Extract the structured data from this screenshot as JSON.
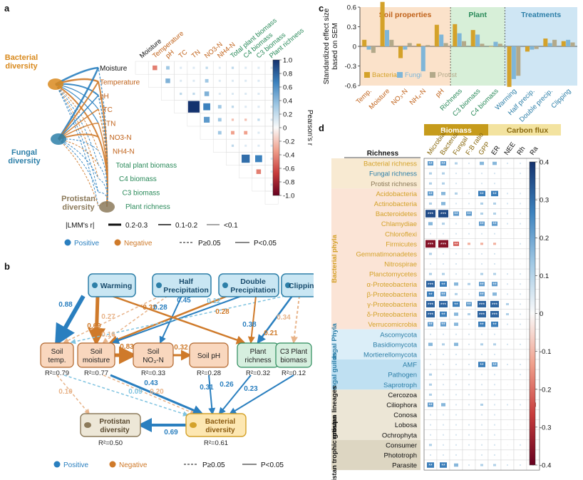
{
  "panel_labels": {
    "a": "a",
    "b": "b",
    "c": "c",
    "d": "d"
  },
  "panel_a": {
    "left_nodes": [
      {
        "key": "bact",
        "label": "Bacterial\ndiversity",
        "color": "#d98a1e"
      },
      {
        "key": "fung",
        "label": "Fungal\ndiversity",
        "color": "#2d7fa8"
      },
      {
        "key": "prot",
        "label": "Protistan\ndiversity",
        "color": "#8c7a5a"
      }
    ],
    "variables": [
      {
        "name": "Moisture",
        "color": "#111111"
      },
      {
        "name": "Temperature",
        "color": "#c0621a"
      },
      {
        "name": "pH",
        "color": "#c0621a"
      },
      {
        "name": "TC",
        "color": "#c0621a"
      },
      {
        "name": "TN",
        "color": "#c0621a"
      },
      {
        "name": "NO3-N",
        "color": "#c0621a"
      },
      {
        "name": "NH4-N",
        "color": "#c0621a"
      },
      {
        "name": "Total plant biomass",
        "color": "#2a8a5a"
      },
      {
        "name": "C4 biomass",
        "color": "#2a8a5a"
      },
      {
        "name": "C3 biomass",
        "color": "#2a8a5a"
      },
      {
        "name": "Plant richness",
        "color": "#2a8a5a"
      }
    ],
    "colorbar": {
      "title": "Pearson's r",
      "ticks": [
        "1.0",
        "0.8",
        "0.6",
        "0.4",
        "0.2",
        "0",
        "-0.2",
        "-0.4",
        "-0.6",
        "-0.8",
        "-1.0"
      ]
    },
    "legend": {
      "lmm_label": "|LMM's r|",
      "widths": [
        "0.2-0.3",
        "0.1-0.2",
        "<0.1"
      ],
      "positive": "Positive",
      "negative": "Negative",
      "p_ns": "P≥0.05",
      "p_sig": "P<0.05",
      "positive_color": "#2a7fbf",
      "negative_color": "#cf7a2a"
    },
    "correlations": [
      [
        0,
        -0.4,
        0.3,
        0.1,
        0.1,
        0.2,
        0.1,
        0.2,
        0.1,
        0.1,
        0.1
      ],
      [
        0,
        0,
        0.4,
        0.1,
        0.1,
        0.3,
        0.1,
        0.1,
        0.1,
        0.1,
        0.1
      ],
      [
        0,
        0,
        0,
        0.2,
        0.2,
        0.4,
        0.1,
        0.1,
        0.1,
        0.1,
        0.1
      ],
      [
        0,
        0,
        0,
        0,
        1.0,
        0.6,
        0.3,
        0.2,
        0.1,
        0.1,
        0.1
      ],
      [
        0,
        0,
        0,
        0,
        0,
        0.5,
        0.3,
        -0.2,
        -0.2,
        0.2,
        0.1
      ],
      [
        0,
        0,
        0,
        0,
        0,
        0,
        0.3,
        -0.3,
        -0.3,
        0.1,
        0.1
      ],
      [
        0,
        0,
        0,
        0,
        0,
        0,
        0,
        0.2,
        0.1,
        0.1,
        0.1
      ],
      [
        0,
        0,
        0,
        0,
        0,
        0,
        0,
        0,
        0.7,
        0.6,
        0.1
      ],
      [
        0,
        0,
        0,
        0,
        0,
        0,
        0,
        0,
        0,
        -0.4,
        0.1
      ],
      [
        0,
        0,
        0,
        0,
        0,
        0,
        0,
        0,
        0,
        0,
        0.1
      ],
      [
        0,
        0,
        0,
        0,
        0,
        0,
        0,
        0,
        0,
        0,
        0
      ]
    ]
  },
  "panel_b": {
    "treatments": [
      "Warming",
      "Half\nPrecipitation",
      "Double\nPrecipitation",
      "Clipping"
    ],
    "mediators": [
      {
        "label": "Soil\ntemp.",
        "r2": "R²=0.79"
      },
      {
        "label": "Soil\nmoisture",
        "r2": "R²=0.77"
      },
      {
        "label": "Soil\nNO₃-N",
        "r2": "R²=0.33"
      },
      {
        "label": "Soil pH",
        "r2": "R²=0.28"
      },
      {
        "label": "Plant\nrichness",
        "r2": "R²=0.32"
      },
      {
        "label": "C3 Plant\nbiomass",
        "r2": "R²=0.12"
      }
    ],
    "outcomes": [
      {
        "label": "Protistan\ndiversity",
        "r2": "R²=0.50"
      },
      {
        "label": "Bacterial\ndiversity",
        "r2": "R²=0.61"
      }
    ],
    "path_labels": [
      "0.88",
      "0.69",
      "0.27",
      "0.16",
      "0.32",
      "0.28",
      "0.45",
      "0.12",
      "0.28",
      "0.38",
      "0.34",
      "0.21",
      "0.83",
      "0.32",
      "0.17",
      "0.10",
      "0.09",
      "0.20",
      "0.43",
      "0.31",
      "0.26",
      "0.23",
      "0.69"
    ],
    "legend": {
      "positive": "Positive",
      "negative": "Negative",
      "p_ns": "P≥0.05",
      "p_sig": "P<0.05"
    }
  },
  "panel_c": {
    "ylabel": "Standardized effect size\nbased on SEM",
    "groups": [
      "Soil properties",
      "Plant",
      "Treatments"
    ],
    "legend": [
      "Bacteria",
      "Fungi",
      "Protist"
    ],
    "yticks": [
      "0.6",
      "0.3",
      "0",
      "-0.3",
      "-0.6"
    ]
  },
  "chart_data": {
    "type": "bar",
    "categories": [
      "Temp.",
      "Moisture",
      "NO₃-N",
      "NH₄-N",
      "pH",
      "Richness",
      "C3 biomass",
      "C4 biomass",
      "Warming",
      "Half precip.",
      "Double precip.",
      "Clipping"
    ],
    "series": [
      {
        "name": "Bacteria",
        "values": [
          0.1,
          0.68,
          -0.18,
          0.04,
          0.33,
          0.34,
          0.25,
          0.0,
          -0.62,
          -0.08,
          0.12,
          0.08
        ]
      },
      {
        "name": "Fungi",
        "values": [
          -0.05,
          0.25,
          -0.05,
          -0.38,
          0.18,
          0.2,
          0.18,
          0.07,
          -0.5,
          -0.05,
          0.05,
          0.1
        ]
      },
      {
        "name": "Protist",
        "values": [
          -0.1,
          0.1,
          0.05,
          0.02,
          0.05,
          0.08,
          0.04,
          0.04,
          -0.45,
          -0.04,
          0.1,
          0.06
        ]
      }
    ],
    "ylim": [
      -0.6,
      0.6
    ],
    "colors": [
      "#d4a22a",
      "#7fb6d8",
      "#b3a98a"
    ]
  },
  "panel_d": {
    "header_left": "Richness",
    "header_groups": [
      "Biomass",
      "Carbon flux"
    ],
    "columns": [
      "Microbial",
      "Bacterial",
      "Fungal",
      "F:B ratio",
      "GPP",
      "ER",
      "NEE",
      "Rh",
      "Ra"
    ],
    "colorbar_ticks": [
      "0.4",
      "0.3",
      "0.2",
      "0.1",
      "0",
      "-0.1",
      "-0.2",
      "-0.3",
      "-0.4"
    ],
    "sections": [
      {
        "name": "",
        "bg": "#f8ead2",
        "rows": [
          "Bacterial richness",
          "Fungal richness",
          "Protist richness"
        ],
        "row_colors": [
          "#d4a22a",
          "#2d7fa8",
          "#8c7a5a"
        ]
      },
      {
        "name": "Bacterial phyla",
        "bg": "#fbe4d6",
        "rows": [
          "Acidobacteria",
          "Actinobacteria",
          "Bacteroidetes",
          "Chlamydiae",
          "Chloroflexi",
          "Firmicutes",
          "Gemmatimonadetes",
          "Nitrospirae",
          "Planctomycetes",
          "α-Proteobacteria",
          "β-Proteobacteria",
          "γ-Proteobacteria",
          "δ-Proteobacteria",
          "Verrucomicrobia"
        ],
        "row_colors": [
          "#d4a22a"
        ]
      },
      {
        "name": "Fungal Phyla",
        "bg": "#dbeef8",
        "rows": [
          "Ascomycota",
          "Basidiomycota",
          "Mortierellomycota"
        ],
        "row_colors": [
          "#2d7fa8"
        ]
      },
      {
        "name": "Fungal guilds",
        "bg": "#bfe0f2",
        "rows": [
          "AMF",
          "Pathogen",
          "Saprotroph"
        ],
        "row_colors": [
          "#2d7fa8"
        ]
      },
      {
        "name": "Protistan lineages",
        "bg": "#ece6d6",
        "rows": [
          "Cercozoa",
          "Ciliophora",
          "Conosa",
          "Lobosa",
          "Ochrophyta"
        ],
        "row_colors": [
          "#111111"
        ]
      },
      {
        "name": "Protistan trophic groups",
        "bg": "#ddd6c2",
        "rows": [
          "Consumer",
          "Phototroph",
          "Parasite"
        ],
        "row_colors": [
          "#111111"
        ]
      }
    ],
    "values": [
      [
        0.2,
        0.2,
        0.1,
        0.05,
        0.15,
        0.15,
        0.05,
        0.05,
        0.05
      ],
      [
        0.1,
        0.1,
        0.05,
        0.05,
        0.05,
        0.05,
        0.0,
        0.05,
        0.05
      ],
      [
        0.1,
        0.1,
        0.05,
        0.0,
        0.05,
        0.05,
        0.0,
        0.0,
        0.05
      ],
      [
        0.2,
        0.15,
        0.1,
        0.05,
        0.25,
        0.25,
        0.05,
        0.05,
        0.05
      ],
      [
        0.1,
        0.15,
        0.05,
        0.05,
        0.1,
        0.1,
        0.05,
        0.05,
        0.05
      ],
      [
        0.35,
        0.35,
        0.2,
        0.2,
        0.1,
        0.1,
        0.05,
        0.05,
        0.05
      ],
      [
        0.15,
        0.1,
        0.05,
        0.05,
        0.2,
        0.2,
        0.05,
        0.05,
        0.05
      ],
      [
        0.05,
        0.05,
        0.05,
        0.05,
        0.05,
        0.05,
        0.0,
        0.0,
        0.0
      ],
      [
        -0.35,
        -0.35,
        -0.2,
        -0.1,
        -0.1,
        -0.1,
        0.0,
        0.05,
        0.05
      ],
      [
        0.1,
        0.05,
        0.05,
        0.05,
        0.05,
        0.05,
        0.0,
        0.0,
        0.05
      ],
      [
        0.05,
        0.05,
        0.05,
        0.0,
        0.05,
        0.05,
        0.0,
        0.0,
        0.0
      ],
      [
        0.1,
        0.1,
        0.05,
        0.05,
        0.1,
        0.1,
        0.05,
        0.05,
        0.05
      ],
      [
        0.3,
        0.25,
        0.15,
        0.1,
        0.2,
        0.2,
        0.05,
        0.05,
        0.05
      ],
      [
        0.25,
        0.2,
        0.1,
        0.05,
        0.2,
        0.15,
        0.05,
        0.05,
        0.05
      ],
      [
        0.3,
        0.3,
        0.25,
        0.2,
        0.3,
        0.3,
        0.1,
        0.05,
        0.05
      ],
      [
        0.3,
        0.25,
        0.15,
        0.1,
        0.3,
        0.3,
        0.1,
        0.05,
        0.05
      ],
      [
        0.2,
        0.2,
        0.15,
        0.05,
        0.25,
        0.25,
        0.05,
        0.05,
        0.05
      ],
      [
        0.05,
        0.05,
        0.05,
        0.05,
        0.05,
        0.05,
        0.0,
        0.0,
        0.05
      ],
      [
        0.15,
        0.1,
        0.15,
        0.05,
        0.1,
        0.1,
        0.05,
        0.05,
        0.05
      ],
      [
        0.05,
        0.05,
        0.05,
        0.05,
        0.05,
        0.05,
        0.0,
        0.0,
        0.05
      ],
      [
        0.05,
        0.05,
        0.05,
        0.05,
        0.25,
        0.2,
        0.05,
        0.05,
        0.05
      ],
      [
        0.1,
        0.05,
        0.05,
        0.05,
        0.05,
        0.05,
        0.0,
        0.05,
        0.05
      ],
      [
        0.1,
        0.05,
        0.05,
        0.05,
        0.05,
        0.05,
        0.0,
        0.0,
        0.05
      ],
      [
        0.1,
        0.05,
        0.05,
        0.05,
        0.05,
        0.05,
        0.0,
        0.0,
        0.05
      ],
      [
        0.2,
        0.15,
        0.05,
        0.05,
        0.1,
        0.05,
        0.05,
        0.05,
        -0.2
      ],
      [
        0.05,
        0.05,
        0.05,
        0.0,
        0.05,
        0.05,
        0.0,
        0.0,
        0.05
      ],
      [
        0.05,
        0.05,
        0.05,
        0.05,
        0.05,
        0.05,
        0.0,
        0.0,
        0.05
      ],
      [
        0.05,
        0.05,
        0.05,
        0.05,
        0.05,
        0.05,
        0.0,
        0.0,
        0.0
      ],
      [
        0.1,
        0.05,
        0.05,
        0.05,
        0.05,
        0.05,
        0.0,
        0.05,
        0.05
      ],
      [
        0.05,
        0.05,
        0.05,
        0.0,
        0.05,
        0.05,
        0.0,
        0.0,
        0.05
      ],
      [
        0.25,
        0.25,
        0.15,
        0.05,
        0.1,
        0.1,
        0.05,
        0.05,
        0.05
      ]
    ]
  }
}
